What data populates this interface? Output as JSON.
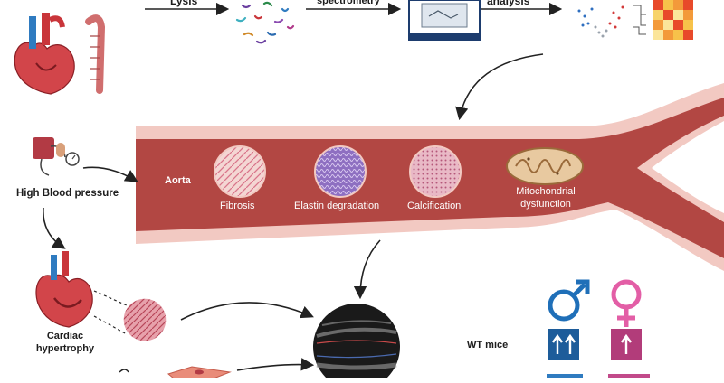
{
  "workflow": {
    "step_lysis": "Lysis",
    "step_mass_spec": "spectrometry",
    "step_analysis": "analysis"
  },
  "conditions": {
    "high_bp": "High Blood pressure",
    "cardiac_hypertrophy_1": "Cardiac",
    "cardiac_hypertrophy_2": "hypertrophy"
  },
  "aorta": {
    "label": "Aorta",
    "features": {
      "fibrosis": "Fibrosis",
      "elastin": "Elastin degradation",
      "calcification": "Calcification",
      "mito_1": "Mitochondrial",
      "mito_2": "dysfunction"
    }
  },
  "mice": {
    "label": "WT mice",
    "male_symbol": "♂",
    "female_symbol": "♀"
  },
  "colors": {
    "vessel_wall": "#f2c9c2",
    "vessel_lumen": "#b24743",
    "male_blue": "#1f6fb8",
    "female_pink": "#e35ea6",
    "heart_red": "#c9353a",
    "arrow": "#222222"
  }
}
